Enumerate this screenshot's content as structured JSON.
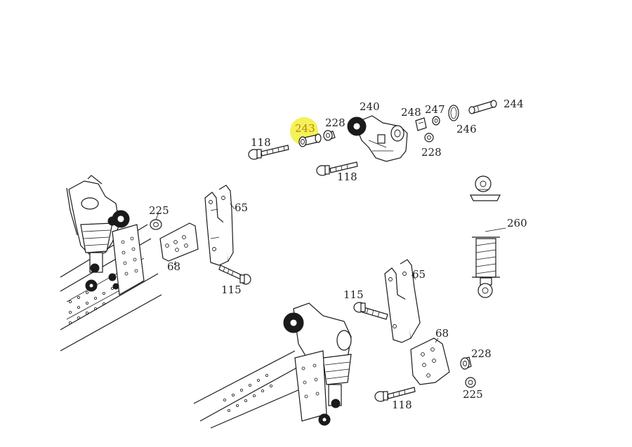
{
  "highlight_color": "#f2ef3c",
  "labels": {
    "p118a": "118",
    "p243": "243",
    "p228a": "228",
    "p240": "240",
    "p248": "248",
    "p247": "247",
    "p246": "246",
    "p244": "244",
    "p228b": "228",
    "p118b": "118",
    "p225a": "225",
    "p65a": "65",
    "p68a": "68",
    "p115a": "115",
    "p260": "260",
    "p115b": "115",
    "p65b": "65",
    "p68b": "68",
    "p228c": "228",
    "p118c": "118",
    "p225b": "225"
  }
}
